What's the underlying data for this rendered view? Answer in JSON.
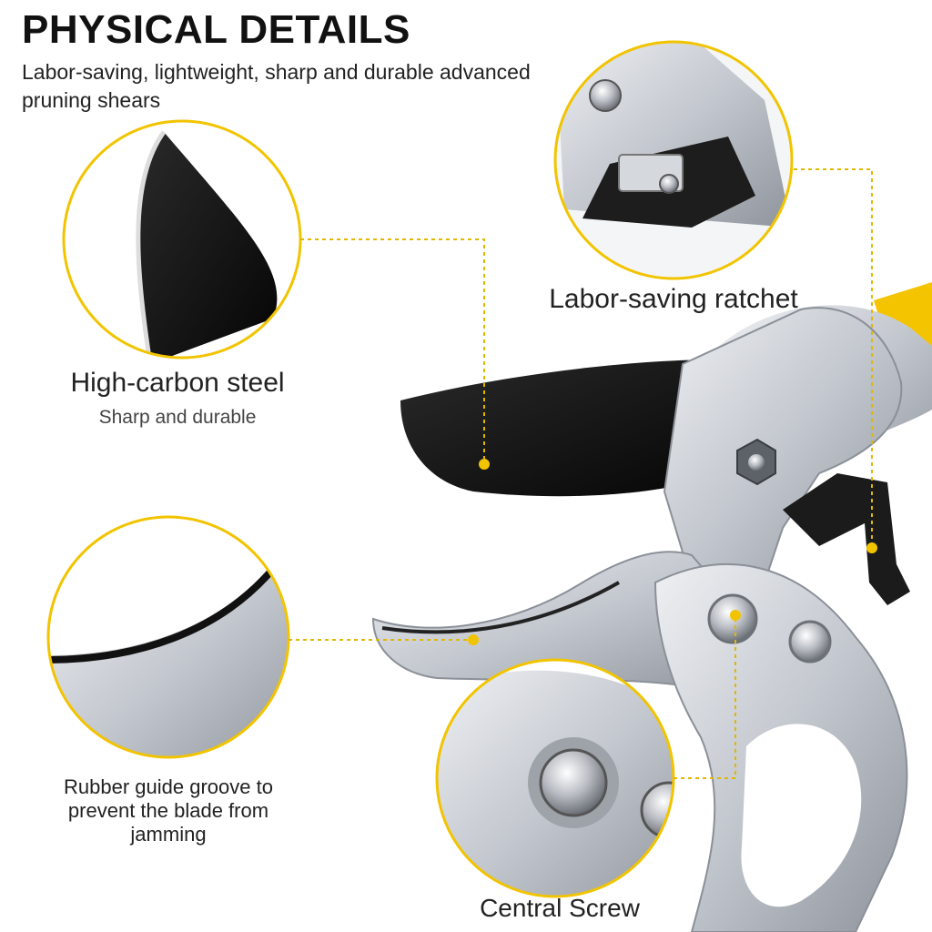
{
  "header": {
    "title": "PHYSICAL DETAILS",
    "subtitle": "Labor-saving, lightweight, sharp and durable advanced pruning shears"
  },
  "callouts": {
    "steel": {
      "title": "High-carbon steel",
      "subtitle": "Sharp and durable"
    },
    "ratchet": {
      "title": "Labor-saving ratchet"
    },
    "groove": {
      "title": "Rubber guide groove to prevent the blade from jamming"
    },
    "screw": {
      "title": "Central Screw"
    }
  },
  "colors": {
    "accent": "#f2c400",
    "metal": "#c4c8cf",
    "blade": "#141414",
    "handle": "#f5c400"
  },
  "icons": {
    "product": "pruning-shears-illustration"
  }
}
